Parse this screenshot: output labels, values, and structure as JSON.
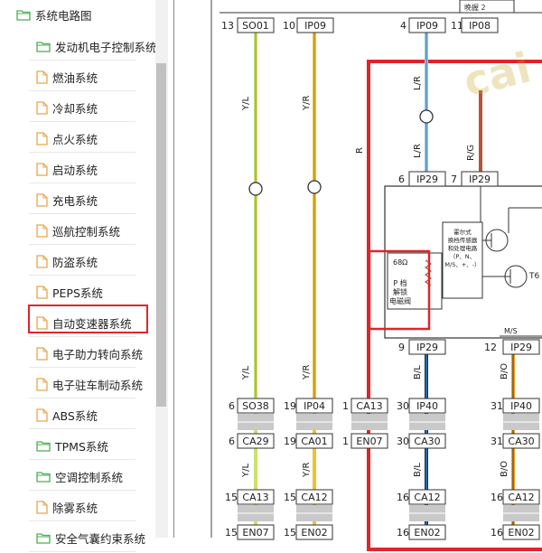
{
  "tree": {
    "root": "系统电路图",
    "items": [
      {
        "label": "发动机电子控制系统",
        "kind": "folder"
      },
      {
        "label": "燃油系统",
        "kind": "doc"
      },
      {
        "label": "冷却系统",
        "kind": "doc"
      },
      {
        "label": "点火系统",
        "kind": "doc"
      },
      {
        "label": "启动系统",
        "kind": "doc"
      },
      {
        "label": "充电系统",
        "kind": "doc"
      },
      {
        "label": "巡航控制系统",
        "kind": "doc"
      },
      {
        "label": "防盗系统",
        "kind": "doc"
      },
      {
        "label": "PEPS系统",
        "kind": "doc"
      },
      {
        "label": "自动变速器系统",
        "kind": "doc",
        "selected": true
      },
      {
        "label": "电子助力转向系统",
        "kind": "doc"
      },
      {
        "label": "电子驻车制动系统",
        "kind": "doc"
      },
      {
        "label": "ABS系统",
        "kind": "doc"
      },
      {
        "label": "TPMS系统",
        "kind": "folder"
      },
      {
        "label": "空调控制系统",
        "kind": "folder"
      },
      {
        "label": "除雾系统",
        "kind": "doc"
      },
      {
        "label": "安全气囊约束系统",
        "kind": "folder"
      }
    ]
  },
  "colors": {
    "accent_red": "#e0242b",
    "folder_green": "#4caf50",
    "doc_orange": "#e8a64c"
  },
  "diagram": {
    "header_box_label": "晚握 2",
    "top_connectors": [
      {
        "pin": "13",
        "name": "SO01"
      },
      {
        "pin": "10",
        "name": "IP09"
      },
      {
        "pin": "4",
        "name": "IP09"
      },
      {
        "pin": "11",
        "name": "IP08"
      }
    ],
    "wire_labels": {
      "yl": "Y/L",
      "yr": "Y/R",
      "lr": "L/R",
      "r": "R",
      "rg": "R/G",
      "bl": "B/L",
      "bo": "B/O"
    },
    "module_connectors": [
      {
        "pin": "6",
        "name": "IP29"
      },
      {
        "pin": "7",
        "name": "IP29"
      },
      {
        "pin": "9",
        "name": "IP29"
      },
      {
        "pin": "12",
        "name": "IP29"
      }
    ],
    "resistor_value": "68Ω",
    "solenoid_label": [
      "P 档",
      "解锁",
      "电磁阀"
    ],
    "hall_label": [
      "霍尔式",
      "换档传感器",
      "和处理电路",
      "（P、N、",
      "M/S、+、-）"
    ],
    "transistor_label": "T6",
    "ms_label": "M/S",
    "row1": [
      {
        "pin": "6",
        "name": "SO38"
      },
      {
        "pin": "19",
        "name": "IP04"
      },
      {
        "pin": "1",
        "name": "CA13"
      },
      {
        "pin": "30",
        "name": "IP40"
      },
      {
        "pin": "31",
        "name": "IP40"
      }
    ],
    "row2": [
      {
        "pin": "6",
        "name": "CA29"
      },
      {
        "pin": "19",
        "name": "CA01"
      },
      {
        "pin": "1",
        "name": "EN07"
      },
      {
        "pin": "30",
        "name": "CA30"
      },
      {
        "pin": "31",
        "name": "CA30"
      }
    ],
    "row3": [
      {
        "pin": "15",
        "name": "CA13"
      },
      {
        "pin": "15",
        "name": "CA12"
      },
      {
        "pin": "16",
        "name": "CA12"
      },
      {
        "pin": "16",
        "name": "CA12"
      }
    ],
    "row4": [
      {
        "pin": "15",
        "name": "EN07"
      },
      {
        "pin": "15",
        "name": "EN02"
      },
      {
        "pin": "16",
        "name": "EN02"
      },
      {
        "pin": "16",
        "name": "EN02"
      }
    ]
  }
}
